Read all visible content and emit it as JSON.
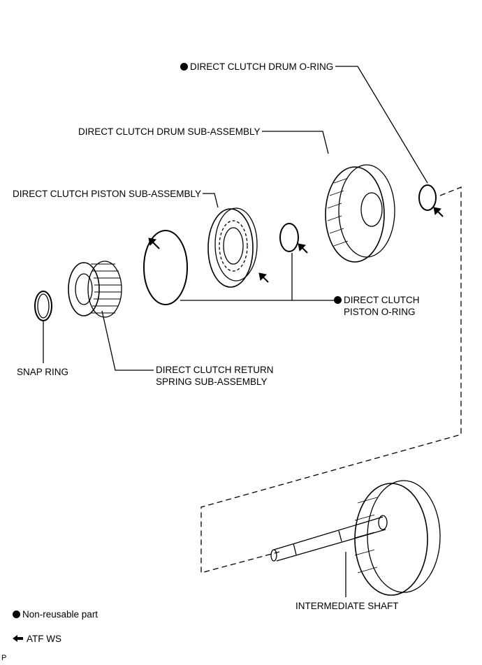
{
  "labels": {
    "drum_oring": "DIRECT CLUTCH DRUM O-RING",
    "drum_sub": "DIRECT CLUTCH DRUM SUB-ASSEMBLY",
    "piston_sub": "DIRECT CLUTCH PISTON SUB-ASSEMBLY",
    "piston_oring_1": "DIRECT CLUTCH",
    "piston_oring_2": "PISTON O-RING",
    "snap_ring": "SNAP RING",
    "return_spring_1": "DIRECT CLUTCH RETURN",
    "return_spring_2": "SPRING SUB-ASSEMBLY",
    "intermediate_shaft": "INTERMEDIATE SHAFT"
  },
  "legend": {
    "non_reusable": "Non-reusable part",
    "atf": "ATF WS"
  },
  "corner_code": "P"
}
